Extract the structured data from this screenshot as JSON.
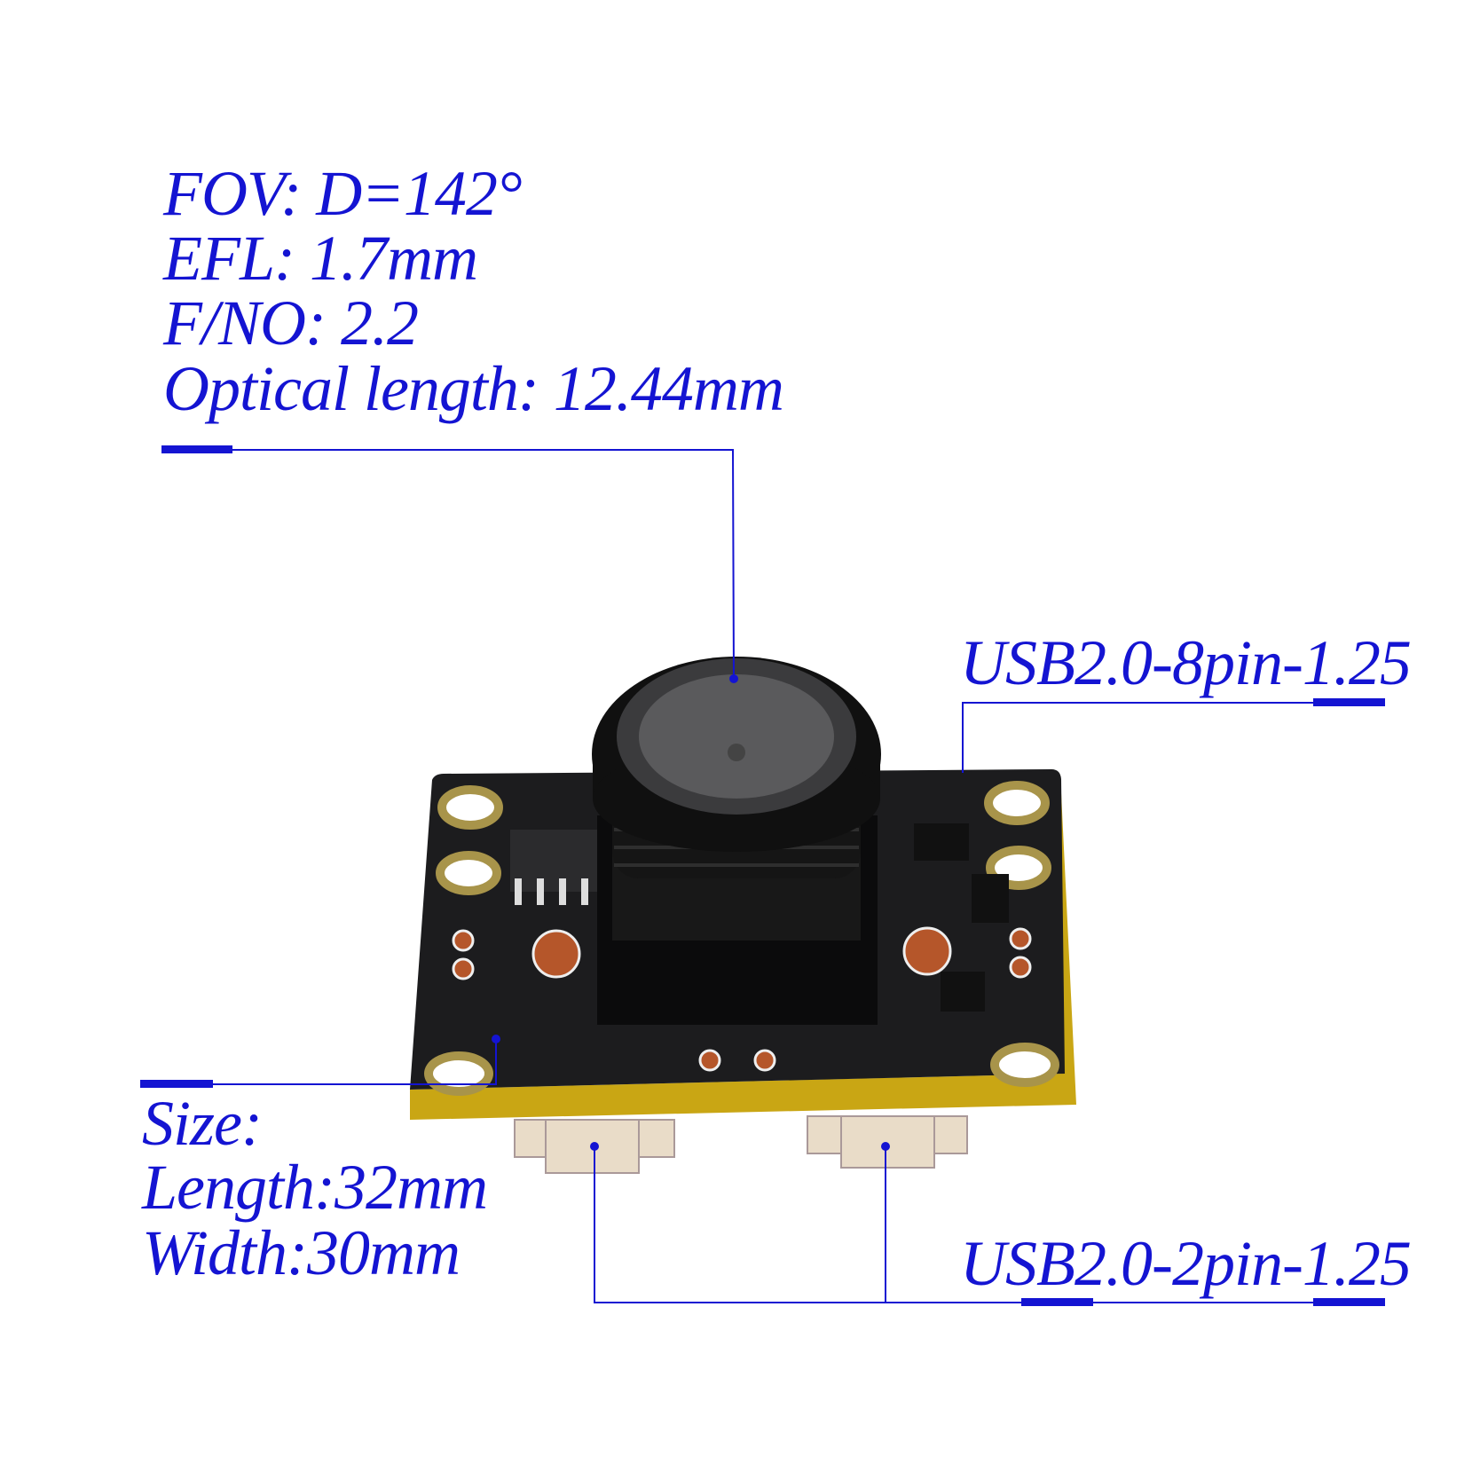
{
  "optics": {
    "fov": "FOV: D=142°",
    "efl": "EFL: 1.7mm",
    "fno": "F/NO: 2.2",
    "optical_length": "Optical length: 12.44mm"
  },
  "connectors": {
    "usb_8pin": "USB2.0-8pin-1.25",
    "usb_2pin": "USB2.0-2pin-1.25"
  },
  "size": {
    "title": "Size:",
    "length": "Length:32mm",
    "width": "Width:30mm"
  },
  "colors": {
    "annotation": "#1414d2",
    "pcb": "#1c1c1e",
    "gold_edge": "#c9a614"
  }
}
